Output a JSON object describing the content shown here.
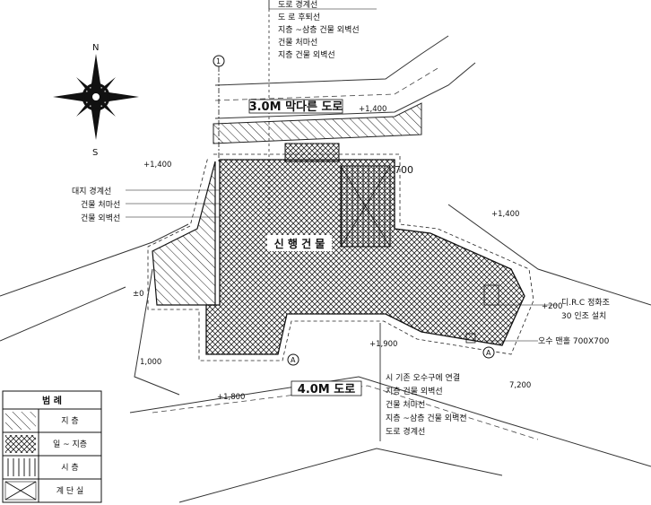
{
  "compass": {
    "north": "N",
    "south": "S"
  },
  "roads": {
    "north": "3.0M 막다른 도로",
    "south": "4.0M 도로"
  },
  "building_label": "신 행 건 물",
  "dimension_700": "700",
  "section_marks": {
    "top": "1",
    "a1": "A",
    "a2": "A"
  },
  "elevations": {
    "ne_road": "+1,400",
    "nw": "+1,400",
    "east": "+1,400",
    "west_mid": "±0",
    "west_low": "1,000",
    "south_mid": "+1,900",
    "south_left": "+1,800",
    "se_a": "+200",
    "se_b": "7,200"
  },
  "top_labels": [
    "도로 경계선",
    "도 로 후퇴선",
    "지층 ~삼층 건물 외벽선",
    "건물 처마선",
    "지층 건물 외벽선"
  ],
  "left_labels": [
    "대지 경계선",
    "건물 처마선",
    "건물 외벽선"
  ],
  "bottom_labels": [
    "시 기존 오수구에 연결",
    "지층 건물 외벽선",
    "건물 처마선",
    "지층 ~삼층 건물 외벽선",
    "도로 경계선"
  ],
  "right_labels": [
    "디.R.C 정화조",
    "30 인조 설치",
    "오수 맨홀 700X700"
  ],
  "legend": {
    "title": "범   례",
    "items": [
      "지   층",
      "일 ~ 지층",
      "시   층",
      "계 단 실"
    ]
  }
}
